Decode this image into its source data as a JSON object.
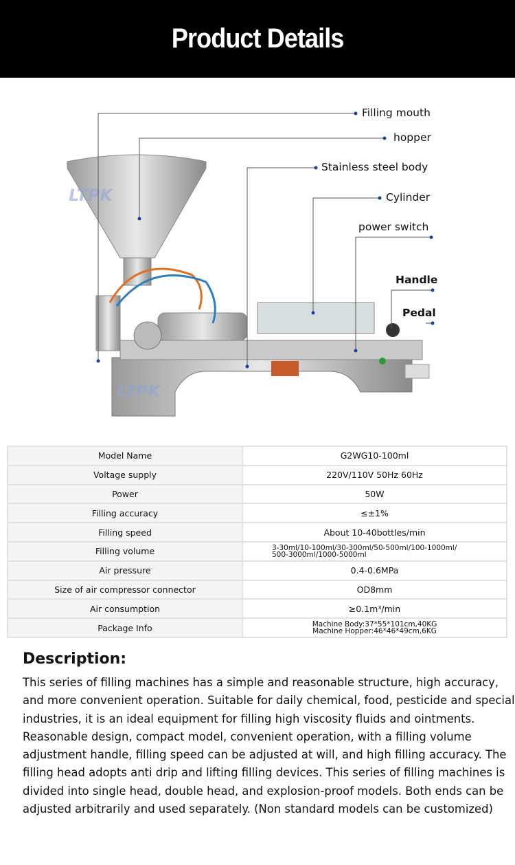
{
  "header": {
    "title": "Product Details"
  },
  "image": {
    "watermark": "LTPK",
    "callouts": [
      "Filling mouth",
      "hopper",
      "Stainless steel body",
      "Cylinder",
      "power switch",
      "Handle",
      "Pedal"
    ]
  },
  "specs": [
    {
      "label": "Model Name",
      "value": "G2WG10-100ml"
    },
    {
      "label": "Voltage supply",
      "value": "220V/110V 50Hz 60Hz"
    },
    {
      "label": "Power",
      "value": "50W"
    },
    {
      "label": "Filling accuracy",
      "value": "≤±1%"
    },
    {
      "label": "Filling speed",
      "value": "About 10-40bottles/min"
    },
    {
      "label": "Filling volume",
      "value": "3-30ml/10-100ml/30-300ml/50-500ml/100-1000ml/",
      "value2": "500-3000ml/1000-5000ml"
    },
    {
      "label": "Air pressure",
      "value": "0.4-0.6MPa"
    },
    {
      "label": "Size of air compressor connector",
      "value": "OD8mm"
    },
    {
      "label": "Air consumption",
      "value": "≥0.1m³/min"
    },
    {
      "label": "Package Info",
      "value": "Machine Body:37*55*101cm,40KG",
      "value2": "Machine Hopper:46*46*49cm,6KG"
    }
  ],
  "description": {
    "title": "Description:",
    "text": "This series of filling machines has a simple and reasonable structure, high accuracy, and more convenient operation. Suitable for daily chemical, food, pesticide and special industries, it is an ideal equipment for filling high viscosity fluids and ointments. Reasonable design, compact model, convenient operation, with a filling volume adjustment handle, filling speed can be adjusted at will, and high filling accuracy. The filling head adopts anti drip and lifting filling devices. This series of filling machines is divided into single head, double head, and explosion-proof models. Both ends can be adjusted arbitrarily and used separately. (Non standard models can be customized)"
  }
}
